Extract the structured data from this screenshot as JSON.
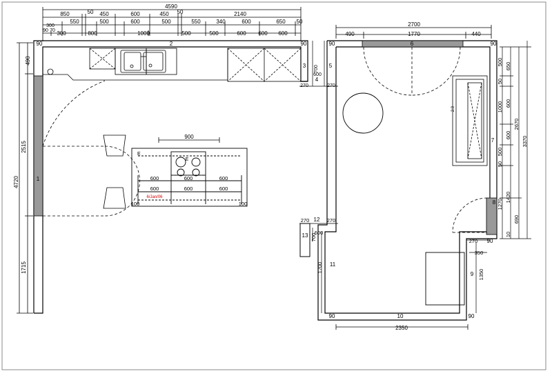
{
  "top_dims": {
    "overall": "4590",
    "row1": [
      "850",
      "50",
      "450",
      "600",
      "450",
      "50",
      "2140"
    ],
    "row2": [
      "550",
      "500",
      "600",
      "500",
      "550",
      "340",
      "600",
      "650",
      "50"
    ],
    "row3": [
      "300",
      "800",
      "1000",
      "500",
      "500",
      "600",
      "600",
      "600"
    ],
    "corner": [
      "300",
      "90",
      "70"
    ]
  },
  "left_dims": [
    "490",
    "2515",
    "4720",
    "1715"
  ],
  "plan_left_labels": {
    "wall_90": "90",
    "wall_2": "2",
    "wall_1": "1",
    "wall_3": "3",
    "wall_4": "4",
    "wall_5": "5",
    "right_small": [
      "700",
      "600",
      "270",
      "270"
    ]
  },
  "island": {
    "dim_900": "900",
    "rows": [
      "600",
      "600",
      "600"
    ],
    "hob_dim": "600",
    "bottom": [
      "100",
      "100"
    ],
    "red_label": "6/Jan/06",
    "letter": "E"
  },
  "right_plan": {
    "top_overall": "2700",
    "top_row": [
      "490",
      "1770",
      "440"
    ],
    "corners": [
      "90",
      "90",
      "90",
      "90",
      "90",
      "90"
    ],
    "wall_6": "6",
    "wall_7": "7",
    "wall_8": "8",
    "wall_9": "9",
    "wall_10": "10",
    "wall_11": "11",
    "wall_12": "12",
    "wall_13": "13",
    "inner_dims": [
      "500",
      "650",
      "50",
      "1000",
      "600",
      "600",
      "500",
      "50",
      "1420",
      "1270",
      "690",
      "10",
      "2670",
      "3370"
    ],
    "lower_left": [
      "270",
      "270",
      "700",
      "600",
      "1700"
    ],
    "bottom_right": [
      "270",
      "350",
      "1350"
    ],
    "bottom_overall": "2350",
    "small_label": "2.9"
  }
}
